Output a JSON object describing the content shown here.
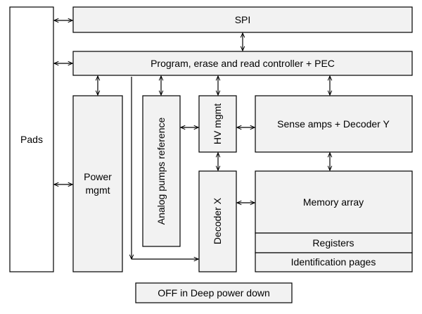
{
  "labels": {
    "pads": "Pads",
    "spi": "SPI",
    "controller": "Program, erase and read controller + PEC",
    "power_line1": "Power",
    "power_line2": "mgmt",
    "analog_pumps": "Analog pumps reference",
    "hv_mgmt": "HV mgmt",
    "sense_amps": "Sense amps + Decoder Y",
    "decoder_x": "Decoder X",
    "memory_array": "Memory array",
    "registers": "Registers",
    "id_pages": "Identification pages",
    "footer": "OFF in Deep power down"
  },
  "colors": {
    "box_fill": "#f2f2f2",
    "stroke": "#000000"
  }
}
